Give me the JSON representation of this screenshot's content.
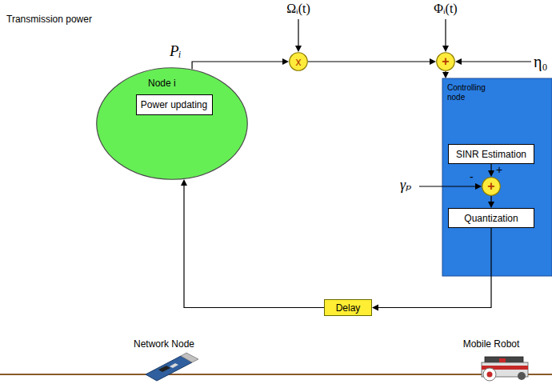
{
  "diagram": {
    "nodes": [
      {
        "text": [
          "Node i"
        ]
      },
      {
        "text": [
          "Power updating"
        ],
        "in": 0
      },
      {
        "text": [
          "x"
        ]
      },
      {
        "text": [
          "+"
        ]
      },
      {
        "text": [
          "Controlling node"
        ]
      },
      {
        "text": [
          "SINR Estimation"
        ],
        "in": 4
      },
      {
        "text": [
          "+"
        ],
        "in": 4
      },
      {
        "text": [
          "Quantization"
        ],
        "in": 4
      },
      {
        "text": [
          "Delay"
        ]
      }
    ],
    "edges": [
      {
        "from": 0,
        "to": 2,
        "arrow": "to"
      },
      {
        "from": 2,
        "to": 3,
        "arrow": "to"
      },
      {
        "from": 3,
        "to": 4,
        "arrow": "to"
      },
      {
        "from": 5,
        "to": 6,
        "arrow": "to"
      },
      {
        "from": 6,
        "to": 7,
        "arrow": "to"
      },
      {
        "from": 7,
        "to": 8,
        "arrow": "to"
      },
      {
        "from": 8,
        "to": 0,
        "arrow": "to"
      }
    ],
    "labels": [
      "Transmission power",
      "Pᵢ",
      "Ωᵢ(t)",
      "Φᵢ(t)",
      "η₀",
      "γₚ",
      "-",
      "+",
      "Network Node",
      "Mobile Robot"
    ]
  }
}
